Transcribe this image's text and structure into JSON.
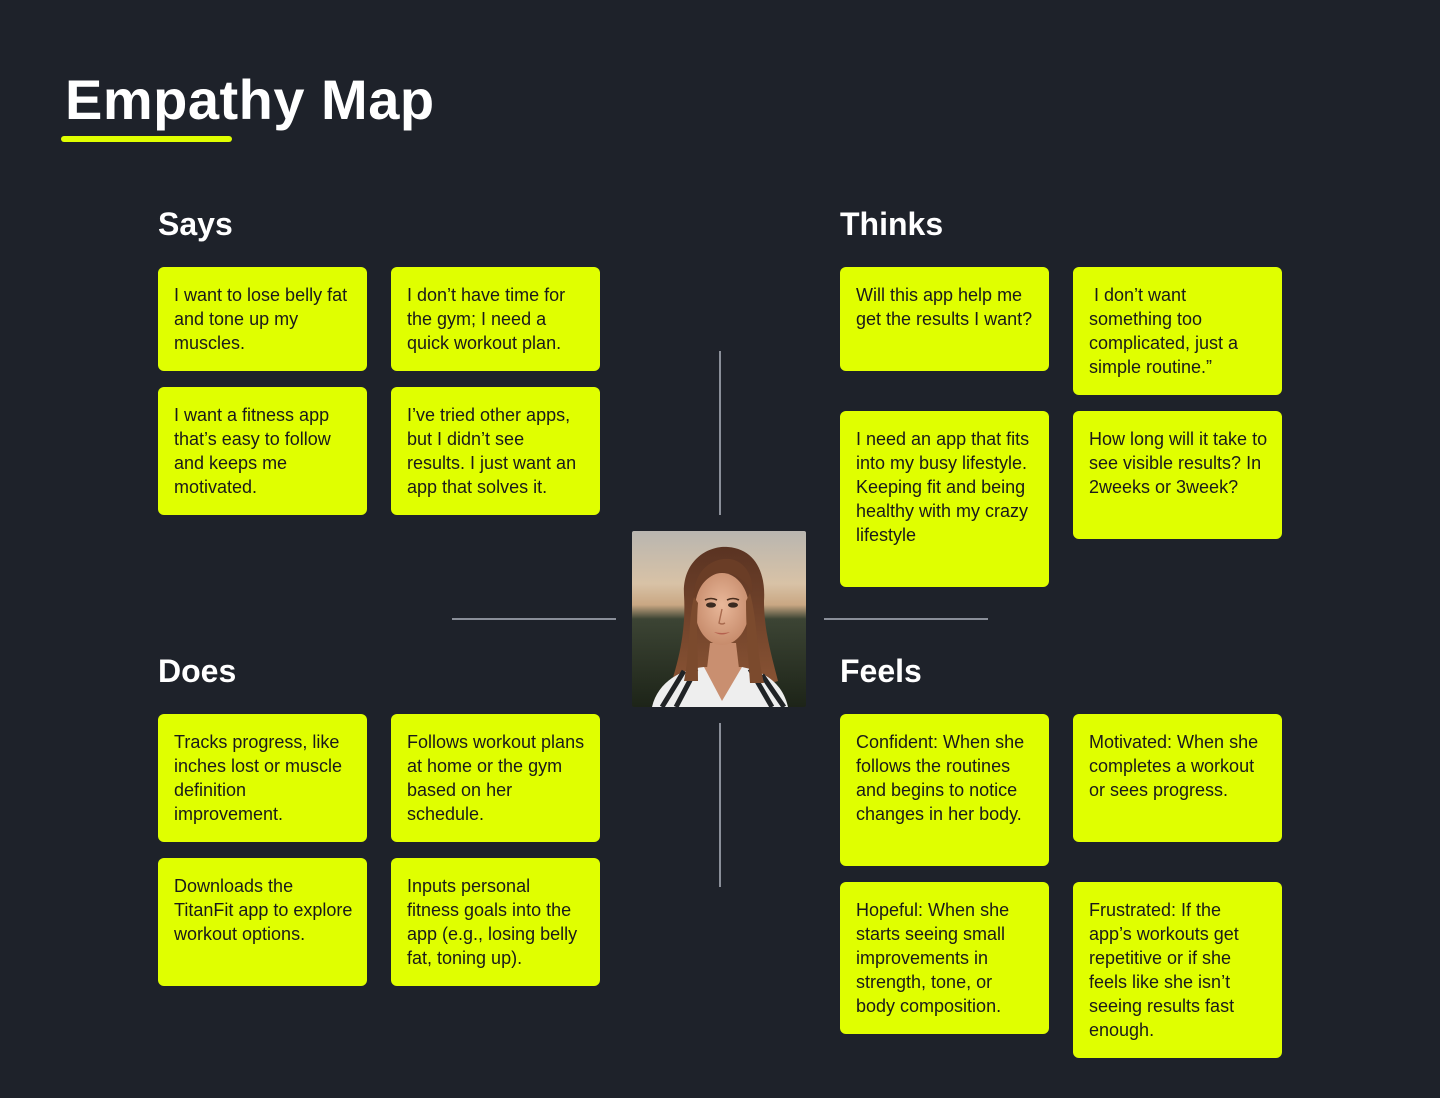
{
  "title": "Empathy Map",
  "colors": {
    "background": "#1e222a",
    "note": "#e0ff00",
    "accent": "#e0ff00",
    "divider": "#8a8f99"
  },
  "avatar_icon": "user-portrait-photo",
  "sections": {
    "says": {
      "title": "Says",
      "notes": [
        "I want to lose belly fat and tone up my muscles.",
        "I don’t have time for the gym; I need a quick workout plan.",
        "I want a fitness app that’s easy to follow and keeps me motivated.",
        "I’ve tried other apps, but I didn’t see results. I just want an app that solves it."
      ]
    },
    "thinks": {
      "title": "Thinks",
      "notes": [
        "Will this app help me get the results I want?",
        " I don’t want something too complicated, just a simple routine.”",
        "I need an app that fits into my busy lifestyle. Keeping fit and being healthy with my crazy lifestyle",
        "How long will it take to see visible results? In 2weeks or 3week?"
      ]
    },
    "does": {
      "title": "Does",
      "notes": [
        "Tracks progress, like inches lost or muscle definition improvement.",
        "Follows workout plans at home or the gym based on her schedule.",
        "Downloads the TitanFit app to explore workout options.",
        "Inputs personal fitness goals into the app (e.g., losing belly fat, toning up)."
      ]
    },
    "feels": {
      "title": "Feels",
      "notes": [
        "Confident: When she follows the routines and begins to notice changes in her body.",
        "Motivated: When she completes a workout or sees progress.",
        "Hopeful: When she starts seeing small improvements in strength, tone, or body composition.",
        "Frustrated: If the app’s workouts get repetitive or if she feels like she isn’t seeing results fast enough."
      ]
    }
  }
}
